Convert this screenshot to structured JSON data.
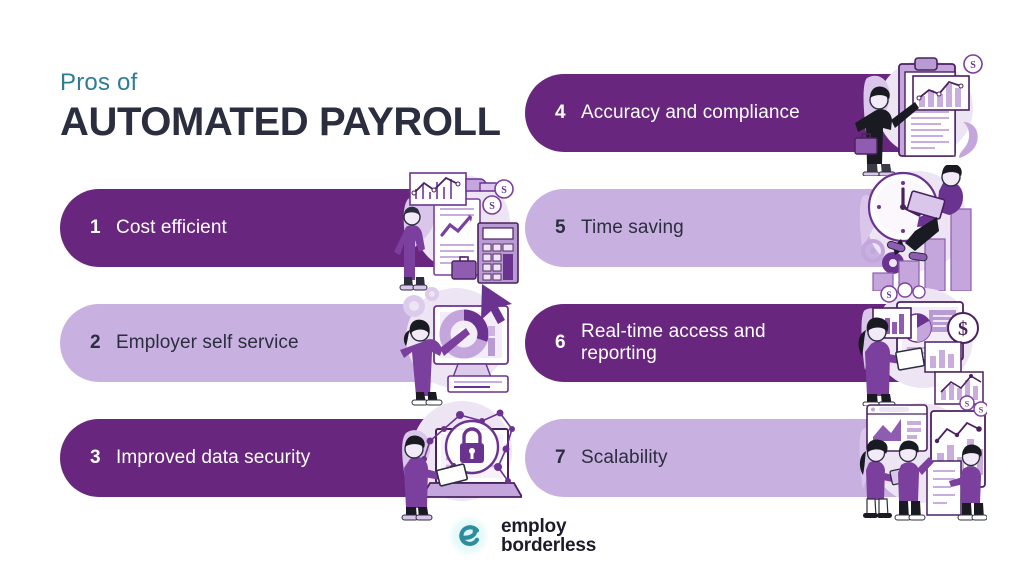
{
  "header": {
    "kicker": "Pros of",
    "headline": "AUTOMATED PAYROLL",
    "kicker_color": "#2E7D92",
    "headline_color": "#2B2E3E"
  },
  "theme": {
    "dark_purple": "#68267F",
    "light_purple": "#C8B0E0",
    "background": "#FFFFFF",
    "dark_text": "#2B2E3E",
    "light_text": "#FFFFFF",
    "teal": "#2E7D92"
  },
  "items": [
    {
      "number": "1",
      "label": "Cost efficient",
      "label_line2": "",
      "style": "dark",
      "column": "left",
      "illustration": "person-with-calculator-and-chart-icon"
    },
    {
      "number": "2",
      "label": "Employer self service",
      "label_line2": "",
      "style": "light",
      "column": "left",
      "illustration": "person-at-computer-with-pie-chart-icon"
    },
    {
      "number": "3",
      "label": "Improved data security",
      "label_line2": "",
      "style": "dark",
      "column": "left",
      "illustration": "laptop-with-padlock-and-network-icon"
    },
    {
      "number": "4",
      "label": "Accuracy and compliance",
      "label_line2": "",
      "style": "dark",
      "column": "right",
      "illustration": "person-with-clipboard-and-growth-chart-icon"
    },
    {
      "number": "5",
      "label": "Time saving",
      "label_line2": "",
      "style": "light",
      "column": "right",
      "illustration": "clock-with-person-on-bar-chart-icon"
    },
    {
      "number": "6",
      "label": "Real-time access and",
      "label_line2": "reporting",
      "style": "dark",
      "column": "right",
      "illustration": "person-with-dashboard-and-reports-icon"
    },
    {
      "number": "7",
      "label": "Scalability",
      "label_line2": "",
      "style": "light",
      "column": "right",
      "illustration": "team-with-analytics-board-icon"
    }
  ],
  "footer": {
    "logo_mark": "employ-borderless-e-logo-icon",
    "logo_line1": "employ",
    "logo_line2": "borderless",
    "logo_mark_color": "#2E8C9E"
  }
}
